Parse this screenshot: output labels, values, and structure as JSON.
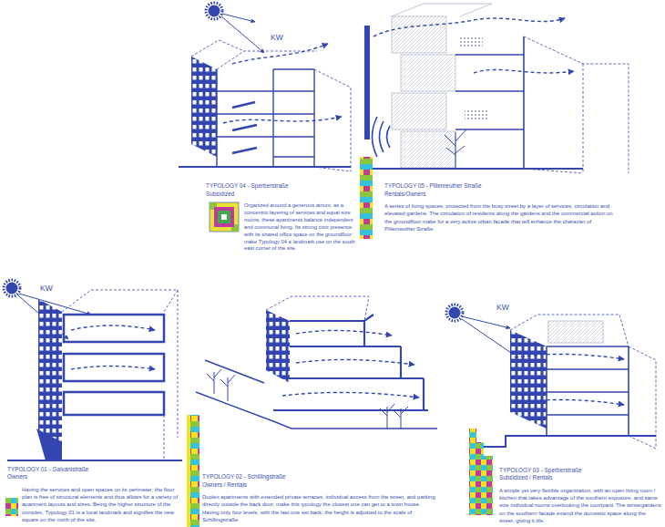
{
  "diagram": {
    "labels": [
      "KW",
      "TYPOLOGY 04 - Sperberstraße",
      "Subsidized",
      "Organized around a generous atrium, as a concentric layering of services and equal size rooms, these apartments balance independent and communal living. Its strong civic presence with its shared office space on the groundfloor make Typology 04 a landmark use on the south east corner of the site.",
      "TYPOLOGY 05 - Pillenreuther Straße",
      "Rentals/Owners",
      "A series of living spaces, protected from the busy street by a layer of services, circulation and elevated gardens. The circulation of residents along the gardens and the commercial action on the groundfloor make for a very active urban facade that will enhance the character of Pillenreuther Straße.",
      "KW",
      "TYPOLOGY 01 - Galvanistraße",
      "Owners",
      "Having the services and open spaces on its perimeter, the floor plan is free of structural elements and thus allows for a variety of apartment layouts and sizes. Being the higher structure of the complex, Typology 01 is a local landmark and signifies the new square on the north of the site.",
      "TYPOLOGY 02 - Schillingstraße",
      "Owners / Rentals",
      "Duplex apartments with extended private terraces, individual access from the street, and parking directly outside the back door, make this typology the closest one can get to a town house. Having only four levels, with the last one set back, the height is adjusted to the scale of Schillingstraße.",
      "KW",
      "TYPOLOGY 03 - Sperberstraße",
      "Subsidized / Rentals",
      "A simple yet very flexible organization, with an open living room / kitchen that takes advantage of the southern exposure, and same size individual rooms overlooking the courtyard. The wintergardens on the southern facade extend the domestic space along the street, giving it life."
    ]
  }
}
